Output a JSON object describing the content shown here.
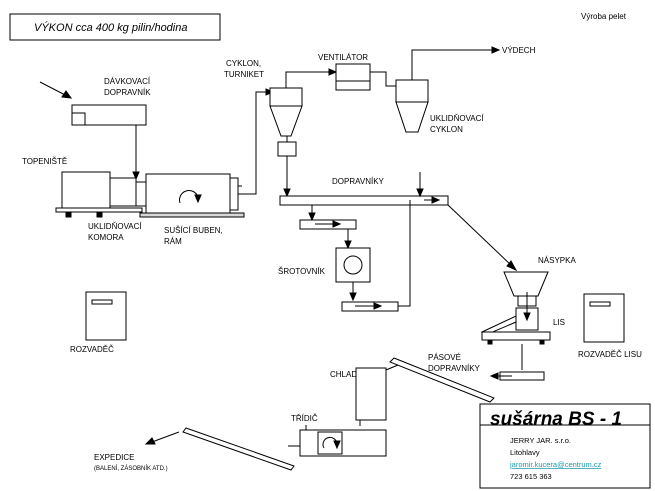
{
  "title": "VÝKON cca 400 kg pilin/hodina",
  "header_right": "Výroba pelet",
  "labels": {
    "davkovaci": "DÁVKOVACÍ",
    "dopravnik": "DOPRAVNÍK",
    "cyklon": "CYKLON,",
    "turniket": "TURNIKET",
    "ventilator": "VENTILÁTOR",
    "vydech": "VÝDECH",
    "uklid_cyklon_1": "UKLIDŇOVACÍ",
    "uklid_cyklon_2": "CYKLON",
    "topeniste": "TOPENIŠTĚ",
    "uklid_komora_1": "UKLIDŇOVACÍ",
    "uklid_komora_2": "KOMORA",
    "buben_1": "SUŠÍCÍ BUBEN,",
    "buben_2": "RÁM",
    "dopravniky": "DOPRAVNÍKY",
    "nasypka": "NÁSYPKA",
    "srotovnik": "ŠROTOVNÍK",
    "lis": "LIS",
    "rozvadec": "ROZVADĚČ",
    "rozvadec_lisu": "ROZVADĚČ LISU",
    "pasove_1": "PÁSOVÉ",
    "pasove_2": "DOPRAVNÍKY",
    "chladic": "CHLADIČ",
    "tridic": "TŘÍDIČ",
    "expedice": "EXPEDICE",
    "expedice_sub": "(BALENÍ, ZÁSOBNÍK ATD.)"
  },
  "company_box": {
    "product": "sušárna BS - 1",
    "company": "JERRY JAR. s.r.o.",
    "city": "Litohlavy",
    "email": "jaromir.kucera@centrum.cz",
    "phone": "723 615 363",
    "link_color": "#1a9aa8"
  }
}
